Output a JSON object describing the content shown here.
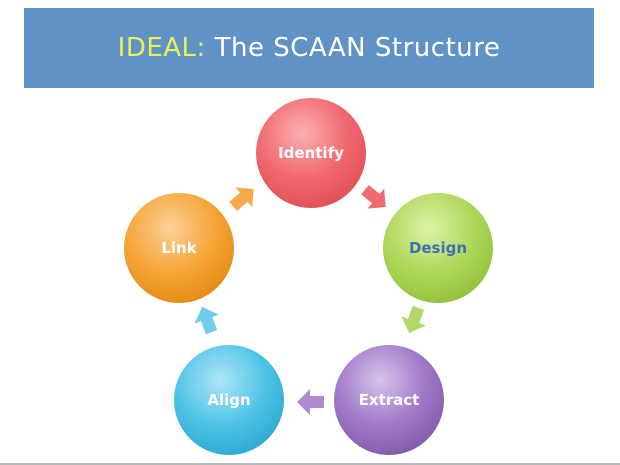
{
  "title": {
    "prefix": "IDEAL:",
    "rest": " The SCAAN Structure"
  },
  "nodes": [
    {
      "id": "identify",
      "label": "Identify",
      "text_color": "#ffffff",
      "color": "#f1686f",
      "dark": "#dd4c55",
      "light": "#fbb0b4"
    },
    {
      "id": "design",
      "label": "Design",
      "text_color": "#3e6fb0",
      "color": "#aed75a",
      "dark": "#8fbe36",
      "light": "#dcf2a6"
    },
    {
      "id": "extract",
      "label": "Extract",
      "text_color": "#ffffff",
      "color": "#a078c8",
      "dark": "#7e58a8",
      "light": "#d7c4ea"
    },
    {
      "id": "align",
      "label": "Align",
      "text_color": "#ffffff",
      "color": "#4fc3e6",
      "dark": "#2aa6d0",
      "light": "#aee6f6"
    },
    {
      "id": "link",
      "label": "Link",
      "text_color": "#ffffff",
      "color": "#f5a436",
      "dark": "#e28912",
      "light": "#fbd29a"
    }
  ],
  "colors": {
    "title_bar": "#5f93c6",
    "title_accent": "#ecef5a",
    "title_text": "#ffffff"
  }
}
